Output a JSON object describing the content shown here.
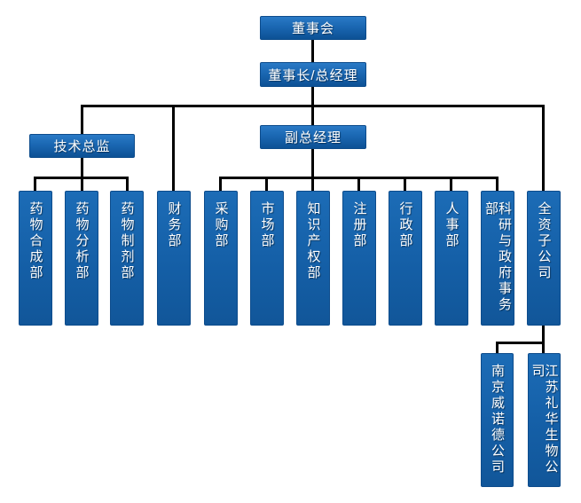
{
  "diagram_type": "organization-chart",
  "colors": {
    "box_gradient_top": "#2a7ac6",
    "box_gradient_bottom": "#0d5195",
    "box_border": "#0d4c8c",
    "connector_line": "#000000",
    "label_text": "#ffffff",
    "background": "#ffffff"
  },
  "nodes": {
    "board": "董事会",
    "chairman_gm": "董事长/总经理",
    "tech_director": "技术总监",
    "deputy_gm": "副总经理",
    "dept_drug_synthesis": "药物合成部",
    "dept_drug_analysis": "药物分析部",
    "dept_drug_formulation": "药物制剂部",
    "dept_finance": "财务部",
    "dept_purchasing": "采购部",
    "dept_marketing": "市场部",
    "dept_intellectual_property": "知识产权部",
    "dept_registration": "注册部",
    "dept_administration": "行政部",
    "dept_hr": "人事部",
    "dept_research_gov_affairs": "科研与政府事务部",
    "wholly_owned_subsidiaries": "全资子公司",
    "sub_nanjing_weinuode": "南京威诺德公司",
    "sub_jiangsu_lihua_bio": "江苏礼华生物公司"
  },
  "hierarchy": {
    "董事会": [
      "董事长/总经理"
    ],
    "董事长/总经理": [
      "技术总监",
      "财务部",
      "副总经理",
      "全资子公司"
    ],
    "技术总监": [
      "药物合成部",
      "药物分析部",
      "药物制剂部"
    ],
    "副总经理": [
      "采购部",
      "市场部",
      "知识产权部",
      "注册部",
      "行政部",
      "人事部",
      "科研与政府事务部"
    ],
    "全资子公司": [
      "南京威诺德公司",
      "江苏礼华生物公司"
    ]
  }
}
